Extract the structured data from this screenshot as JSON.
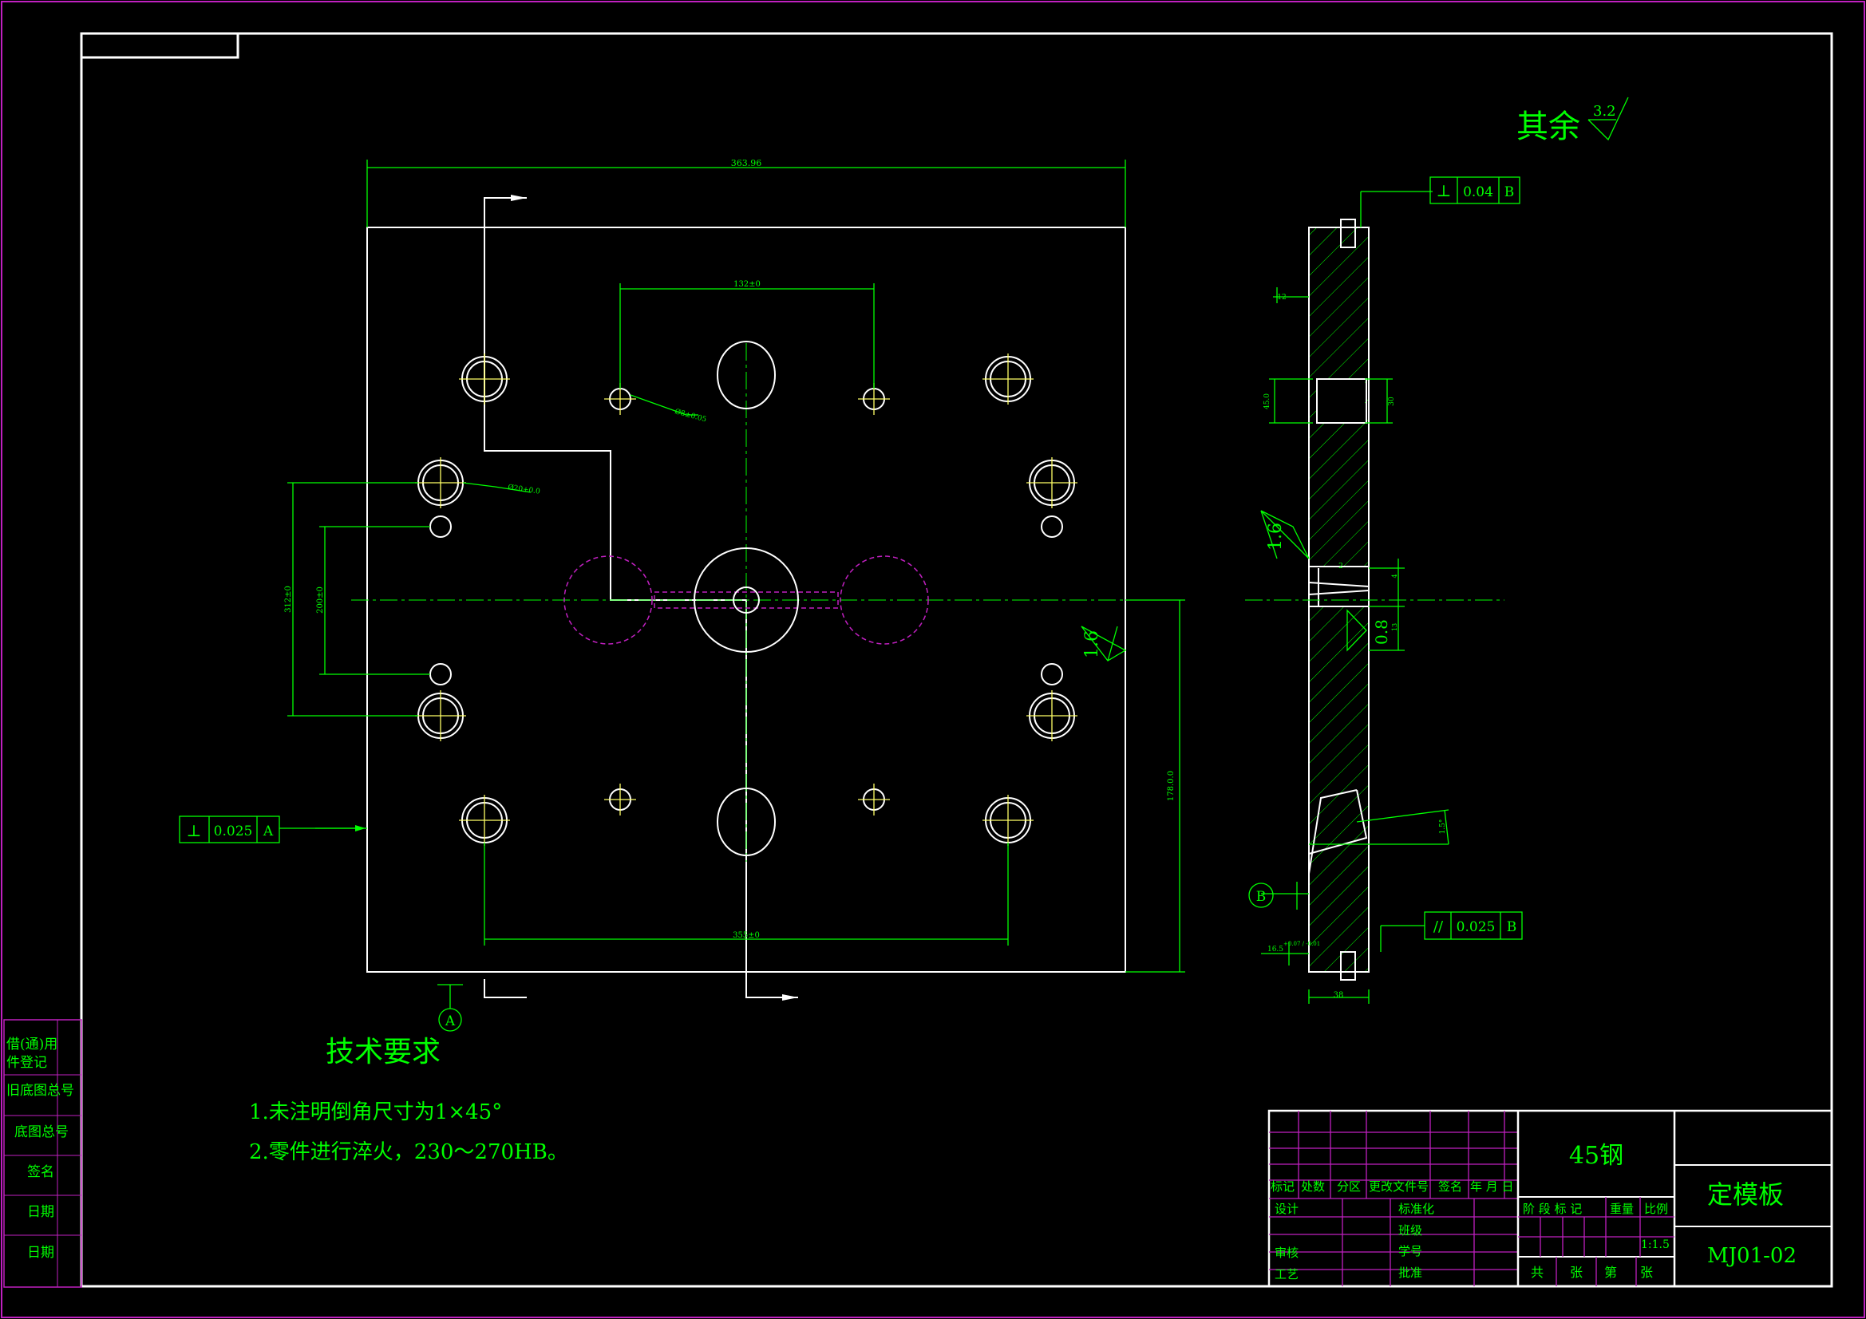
{
  "drawing": {
    "surface_note": "其余",
    "surface_note_value": "3.2",
    "dims": {
      "overall_width": "363.96",
      "top_pitch": "132±0",
      "bottom_pitch": "355±0",
      "left_outer": "312±0",
      "left_inner": "200±0",
      "right_height": "178.0.0",
      "hole_small": "Ø8±0.05",
      "hole_guide": "Ø20+0.0",
      "side_top": "12",
      "side_mid_h": "30",
      "side_mid_d": "45.0",
      "side_thk": "38",
      "side_gate_a": "4",
      "side_gate_b": "13",
      "side_gate_c": "2",
      "side_angle": "1.5°",
      "side_bottom_l": "16.5",
      "side_bottom_t": "+0.07 / -0.01"
    },
    "roughness": {
      "front": "1.6",
      "side_a": "1.6",
      "side_b": "0.8"
    },
    "tolerance_frames": [
      {
        "symbol": "⊥",
        "value": "0.025",
        "datum": "A"
      },
      {
        "symbol": "⊥",
        "value": "0.04",
        "datum": "B"
      },
      {
        "symbol": "//",
        "value": "0.025",
        "datum": "B"
      }
    ],
    "datum_labels": [
      "A",
      "B"
    ]
  },
  "tech_req": {
    "title": "技术要求",
    "lines": [
      "1.未注明倒角尺寸为1×45°",
      "2.零件进行淬火，230～270HB。"
    ]
  },
  "side_labels": [
    "借(通)用",
    "件登记",
    "旧底图总号",
    "底图总号",
    "签名",
    "日期",
    "日期"
  ],
  "title_block": {
    "material": "45钢",
    "part_name": "定模板",
    "part_no": "MJ01-02",
    "header_cells": [
      "标记",
      "处数",
      "分区",
      "更改文件号",
      "签名",
      "年 月 日"
    ],
    "role_left": [
      "设计",
      "审核",
      "工艺"
    ],
    "role_right": [
      "标准化",
      "班级",
      "学号",
      "批准"
    ],
    "stage_header": [
      "阶 段 标 记",
      "重量",
      "比例"
    ],
    "scale": "1:1.5",
    "sheet_footer": [
      "共",
      "张",
      "第",
      "张"
    ]
  }
}
